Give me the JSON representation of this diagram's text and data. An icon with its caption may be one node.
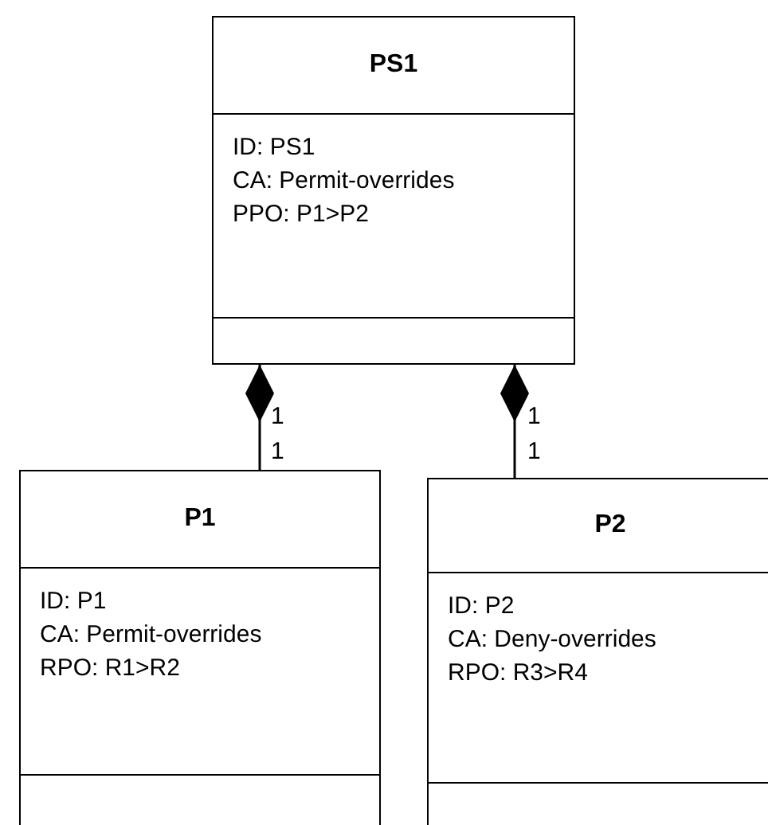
{
  "diagram": {
    "nodes": [
      {
        "text": [
          "PS1",
          "ID: PS1",
          "CA: Permit-overrides",
          "PPO: P1>P2"
        ]
      },
      {
        "text": [
          "P1",
          "ID: P1",
          "CA: Permit-overrides",
          "RPO: R1>R2"
        ]
      },
      {
        "text": [
          "P2",
          "ID: P2",
          "CA: Deny-overrides",
          "RPO: R3>R4"
        ]
      }
    ],
    "edges": [
      {
        "from": 0,
        "to": 1,
        "arrow": "other"
      },
      {
        "from": 0,
        "to": 2,
        "arrow": "other"
      }
    ],
    "labels": [
      "1",
      "1",
      "1",
      "1"
    ]
  }
}
